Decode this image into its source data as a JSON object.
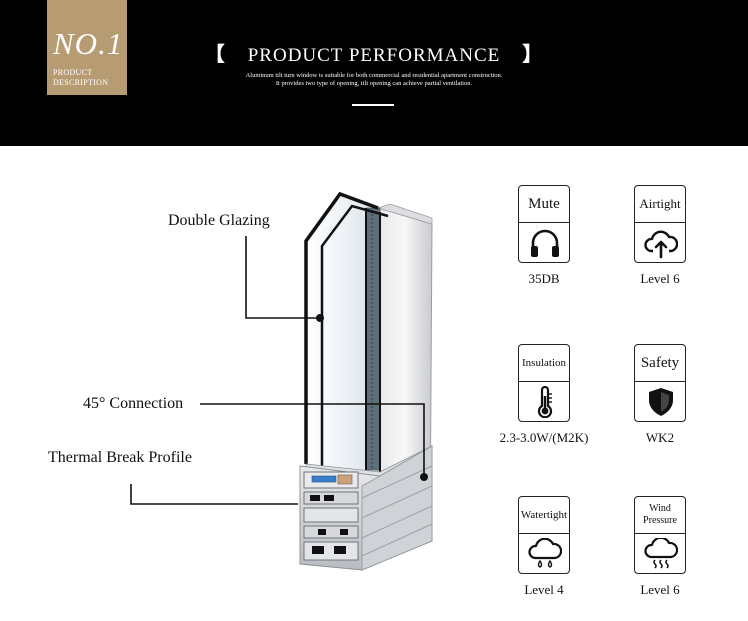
{
  "header": {
    "badge_number": "NO.1",
    "badge_line1": "PRODUCT",
    "badge_line2": "DESCRIPTION",
    "bracket_left": "【",
    "title": "PRODUCT PERFORMANCE",
    "bracket_right": "】",
    "subtitle_line1": "Aluminum tilt turn window is suitable for both commercial and residential apartment construction.",
    "subtitle_line2": "It provides two type of opening, tilt opening can achieve partial ventilation."
  },
  "diagram": {
    "callouts": {
      "double_glazing": "Double Glazing",
      "connection_45": "45° Connection",
      "thermal_break": "Thermal Break Profile"
    }
  },
  "features": [
    {
      "title": "Mute",
      "value": "35DB",
      "icon": "headphones-icon"
    },
    {
      "title": "Airtight",
      "value": "Level 6",
      "icon": "cloud-upload-icon"
    },
    {
      "title": "Insulation",
      "value": "2.3-3.0W/(M2K)",
      "icon": "thermometer-icon"
    },
    {
      "title": "Safety",
      "value": "WK2",
      "icon": "shield-icon"
    },
    {
      "title": "Watertight",
      "value": "Level 4",
      "icon": "cloud-rain-icon"
    },
    {
      "title": "Wind Pressure",
      "value": "Level 6",
      "icon": "cloud-wind-icon"
    }
  ]
}
